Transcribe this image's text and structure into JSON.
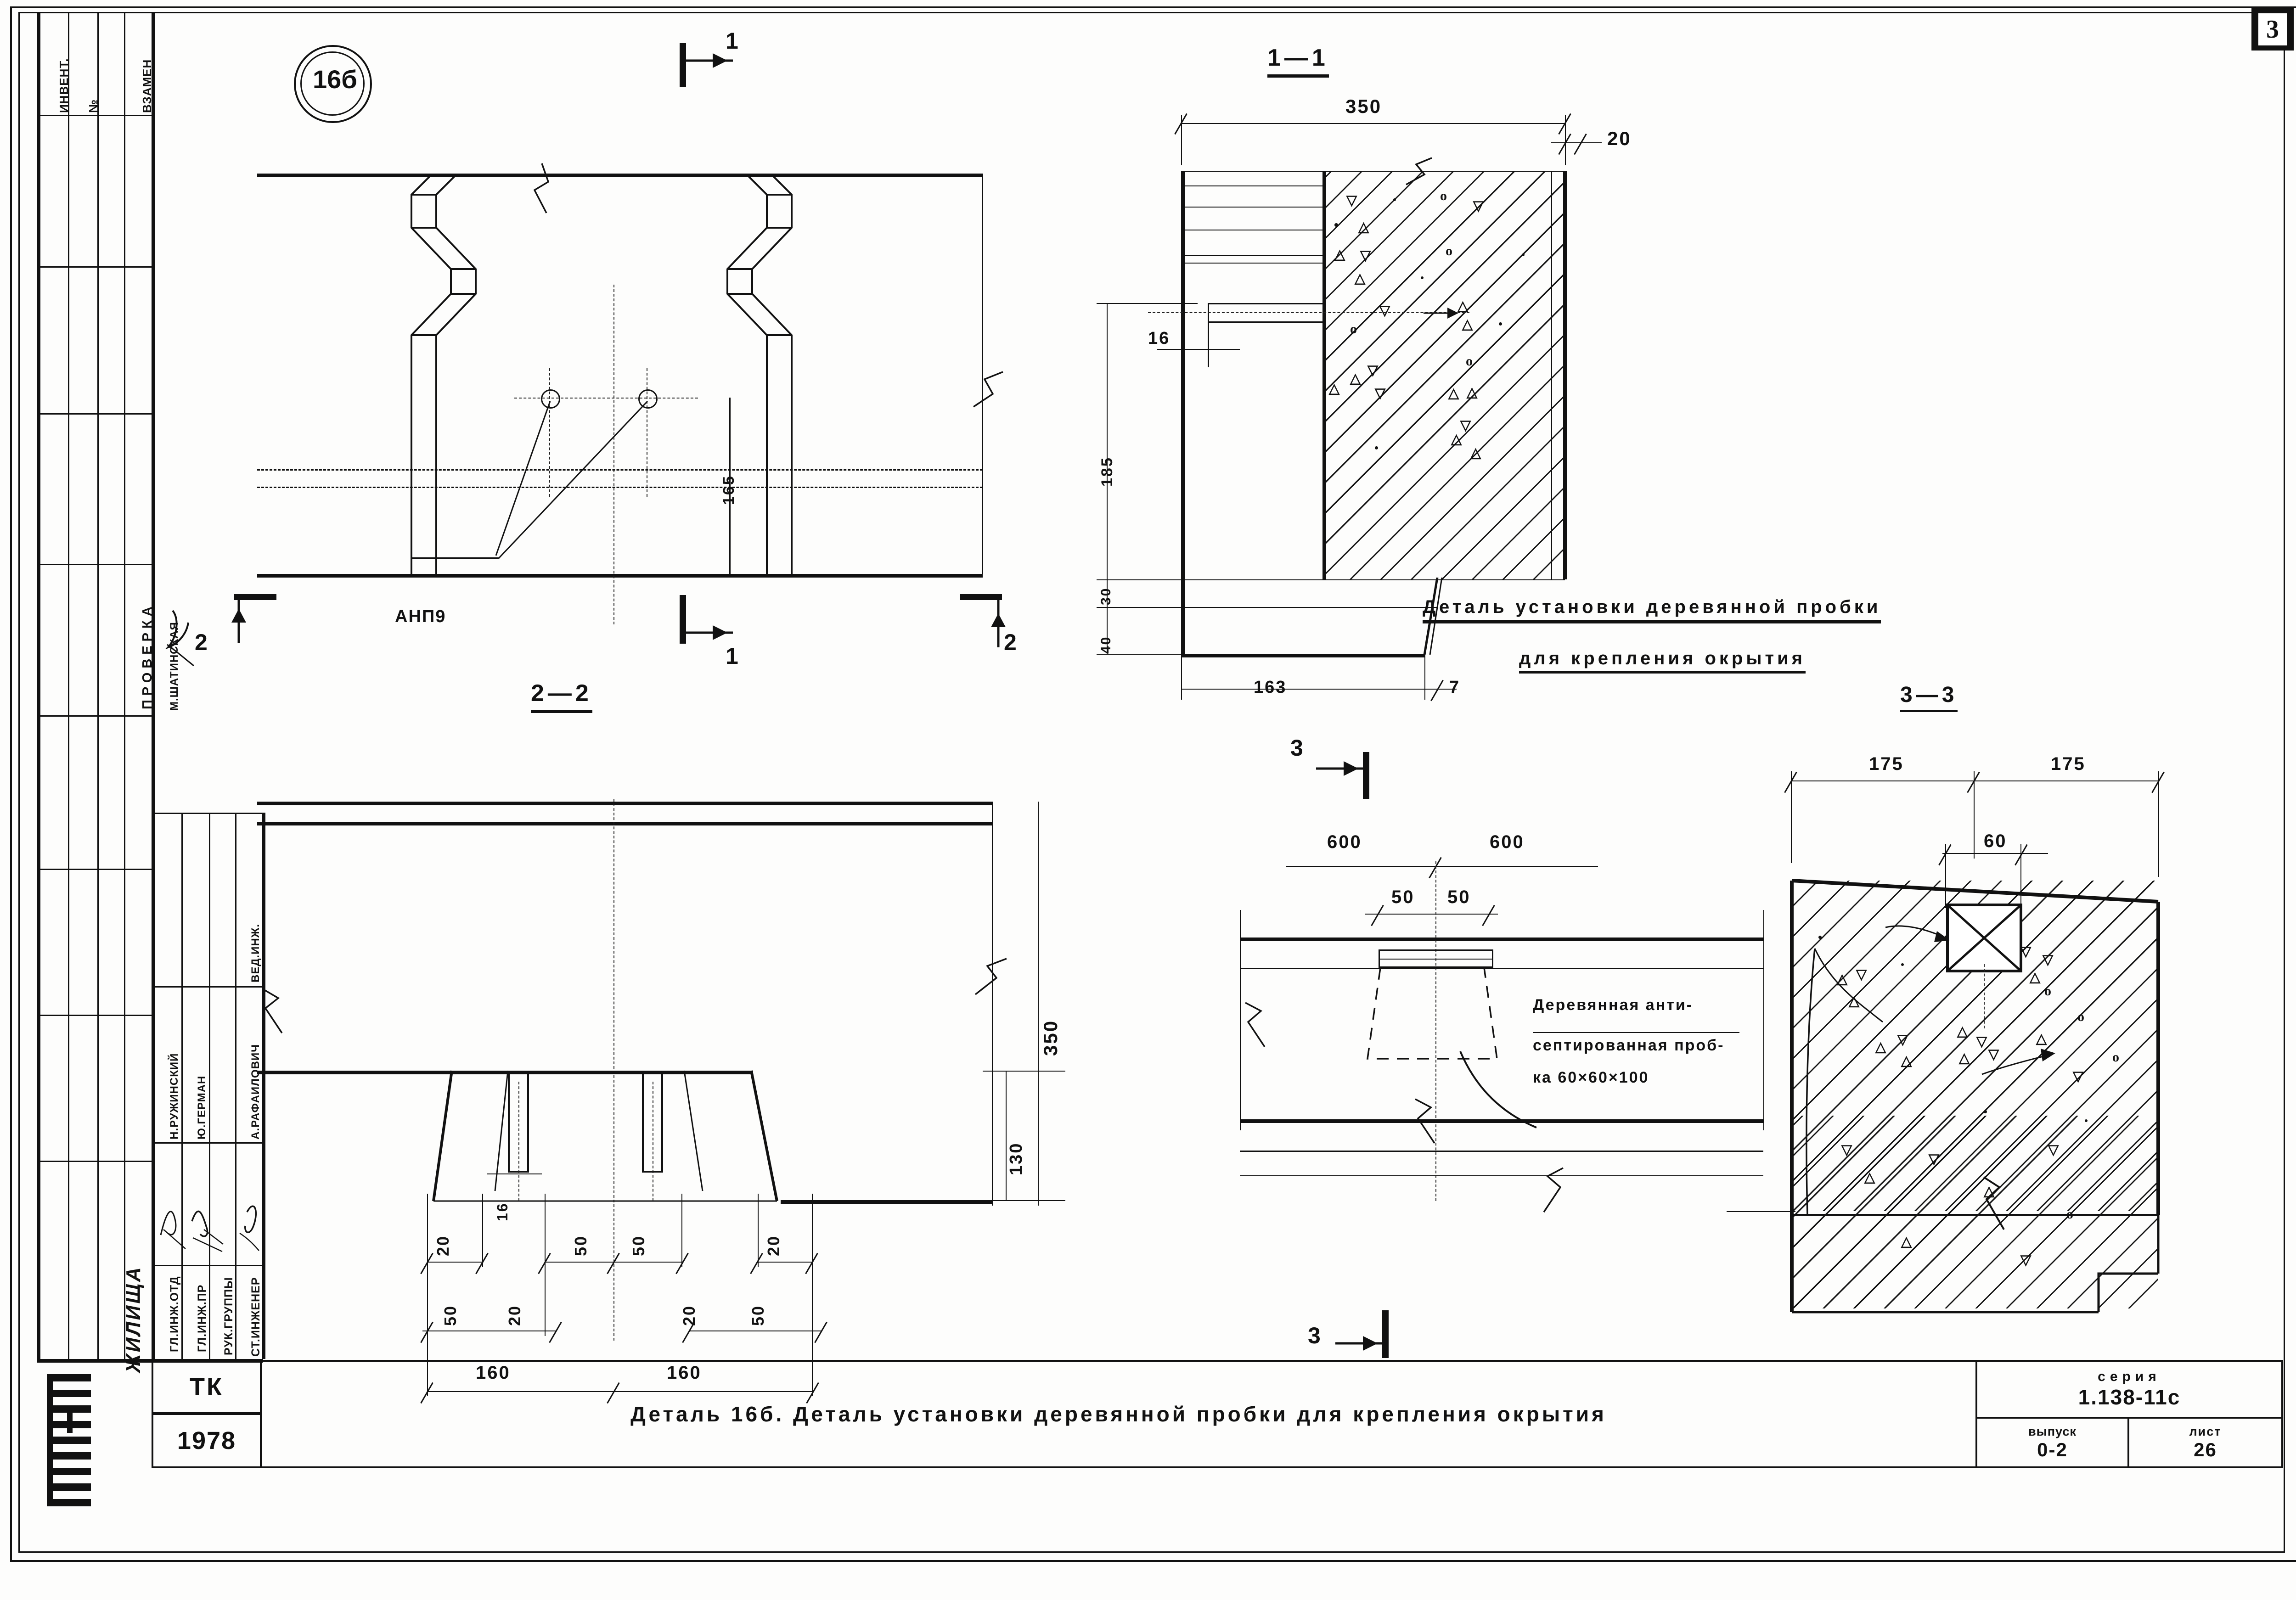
{
  "sheet": {
    "corner_page_mark": "3",
    "detail_tag": "16б"
  },
  "stamp_column": {
    "header_invent": "ИНВЕНТ.",
    "header_no": "№",
    "header_vzamen": "ВЗАМЕН",
    "proverka": "ПРОВЕРКА",
    "checker_name": "М.ШАТИНСКАЯ",
    "roles": [
      {
        "role": "ГЛ.ИНЖ.ОТД",
        "name": "Н.РУЖИНСКИЙ"
      },
      {
        "role": "ГЛ.ИНЖ.ПР",
        "name": "Ю.ГЕРМАН"
      },
      {
        "role": "РУК.ГРУППЫ",
        "name": ""
      },
      {
        "role": "СТ.ИНЖЕНЕР",
        "name": "А.РАФАИЛОВИЧ"
      }
    ],
    "ved_inzh": "ВЕД.ИНЖ.",
    "org_vertical": "ЖИЛИЩА",
    "org_logo": "ЦНИИЭП"
  },
  "title_block": {
    "code": "ТК",
    "year": "1978",
    "main_title": "Деталь 16б.  Деталь установки деревянной пробки для крепления окрытия",
    "series_label": "серия",
    "series_value": "1.138-11с",
    "issue_label": "выпуск",
    "issue_value": "0-2",
    "sheet_label": "лист",
    "sheet_value": "26"
  },
  "views": {
    "plan": {
      "tag": "16б",
      "callout": "АНП9",
      "dim_165": "165",
      "section_mark_1_top": "1",
      "section_mark_1_bottom": "1",
      "section_mark_2_left": "2",
      "section_mark_2_right": "2"
    },
    "sec11": {
      "label": "1—1",
      "dims": {
        "width_350": "350",
        "edge_20": "20",
        "height_185": "185",
        "plug_16": "16",
        "step_40": "40",
        "step_30": "30",
        "base_163": "163",
        "gap_7": "7"
      }
    },
    "sec22": {
      "label": "2—2",
      "dims": {
        "height_350": "350",
        "height_130": "130",
        "slot_16": "16",
        "left_20": "20",
        "left_50": "50",
        "inner_20_l": "20",
        "mid_50_l": "50",
        "mid_50_r": "50",
        "inner_20_r": "20",
        "right_50": "50",
        "right_20": "20",
        "span_160_l": "160",
        "span_160_r": "160"
      }
    },
    "sec33_plan": {
      "section_mark_top": "3",
      "section_mark_bottom": "3",
      "dims": {
        "left_600": "600",
        "right_600": "600",
        "half_50_l": "50",
        "half_50_r": "50"
      },
      "note_lines": [
        "Деревянная анти-",
        "септированная проб-",
        "ка 60×60×100"
      ]
    },
    "sec33_detail": {
      "heading_line1": "Деталь установки деревянной пробки",
      "heading_line2": "для крепления окрытия",
      "label": "3—3",
      "dims": {
        "left_175": "175",
        "right_175": "175",
        "plug_60": "60"
      }
    }
  }
}
